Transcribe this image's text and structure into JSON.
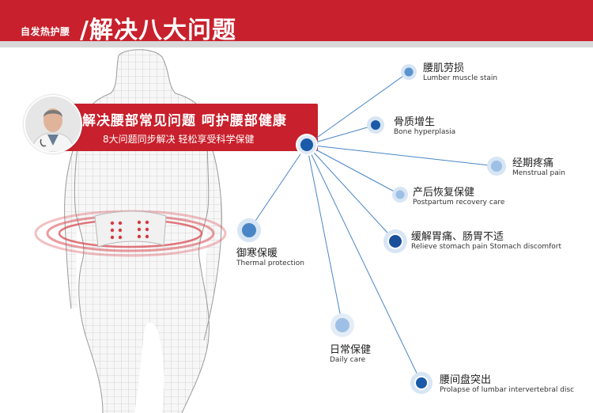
{
  "header": {
    "small_title": "自发热护腰",
    "main_title": "/解决八大问题"
  },
  "banner": {
    "headline": "解决腰部常见问题  呵护腰部健康",
    "subline": "8大问题同步解决  轻松享受科学保健"
  },
  "problems": [
    {
      "cn": "腰肌劳损",
      "en": "Lumber muscle stain"
    },
    {
      "cn": "骨质增生",
      "en": "Bone hyperplasia"
    },
    {
      "cn": "经期疼痛",
      "en": "Menstrual pain"
    },
    {
      "cn": "产后恢复保健",
      "en": "Postpartum recovery care"
    },
    {
      "cn": "缓解胃痛、肠胃不适",
      "en": "Relieve stomach pain Stomach discomfort"
    },
    {
      "cn": "御寒保暖",
      "en": "Thermal protection"
    },
    {
      "cn": "日常保健",
      "en": "Daily care"
    },
    {
      "cn": "腰间盘突出",
      "en": "Prolapse of lumbar intervertebral disc"
    }
  ],
  "colors": {
    "brand_red": "#c8202c",
    "node_blue": "#1a5aa8",
    "line_blue": "#4a86c5"
  }
}
